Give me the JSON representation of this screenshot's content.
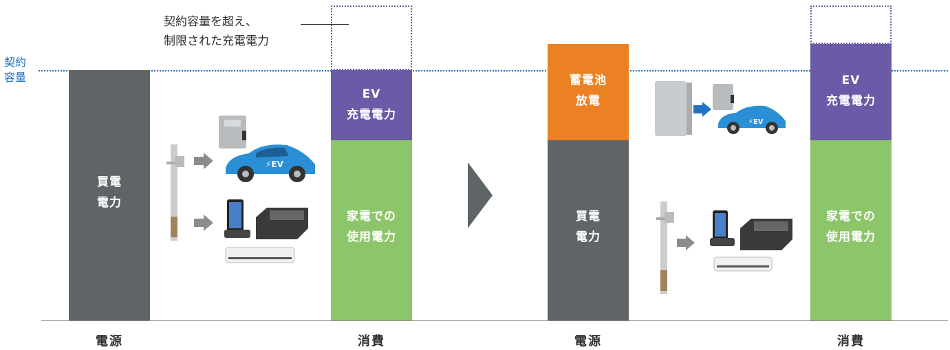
{
  "contract_label": "契約\n容量",
  "note": "契約容量を超え、\n制限された充電電力",
  "left": {
    "source_bar": "買電\n電力",
    "ev_bar": "EV\n充電電力",
    "appliance_bar": "家電での\n使用電力",
    "source_caption": "電源",
    "consume_caption": "消費"
  },
  "right": {
    "battery_bar": "蓄電池\n放電",
    "source_bar": "買電\n電力",
    "ev_bar": "EV\n充電電力",
    "appliance_bar": "家電での\n使用電力",
    "source_caption": "電源",
    "consume_caption": "消費"
  },
  "ev_badge": "EV",
  "colors": {
    "buy": "#5f6467",
    "ev": "#6a5aa7",
    "appliance": "#8dc66a",
    "battery": "#ec8123",
    "contract_line": "#1f73c2",
    "ev_car": "#2b8fd6",
    "arrow_gray": "#8c8c8c",
    "arrow_blue": "#1f73c2"
  },
  "icons": [
    "utility-pole-icon",
    "ev-charger-icon",
    "ev-car-icon",
    "smartphone-icon",
    "appliance-box-icon",
    "air-conditioner-icon",
    "home-battery-icon",
    "right-arrow-icon"
  ]
}
